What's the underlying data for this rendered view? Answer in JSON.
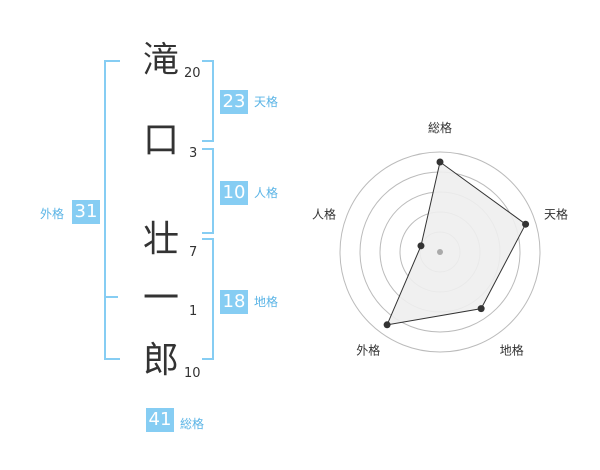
{
  "name": {
    "characters": [
      {
        "char": "滝",
        "strokes": "20"
      },
      {
        "char": "口",
        "strokes": "3"
      },
      {
        "char": "壮",
        "strokes": "7"
      },
      {
        "char": "一",
        "strokes": "1"
      },
      {
        "char": "郎",
        "strokes": "10"
      }
    ]
  },
  "fortunes": {
    "tenkaku": {
      "value": "23",
      "label": "天格"
    },
    "jinkaku": {
      "value": "10",
      "label": "人格"
    },
    "chikaku": {
      "value": "18",
      "label": "地格"
    },
    "gaikaku": {
      "value": "31",
      "label": "外格"
    },
    "soukaku": {
      "value": "41",
      "label": "総格"
    }
  },
  "chart_data": {
    "type": "radar",
    "axes": [
      "総格",
      "天格",
      "地格",
      "外格",
      "人格"
    ],
    "values": [
      0.9,
      0.9,
      0.7,
      0.9,
      0.2
    ],
    "rings": 5,
    "colors": {
      "fill": "#eeeeee",
      "stroke": "#333333",
      "ring": "#bbbbbb",
      "center": "#aaaaaa"
    }
  },
  "colors": {
    "accent": "#86cdf3",
    "label": "#5ab4e6"
  }
}
